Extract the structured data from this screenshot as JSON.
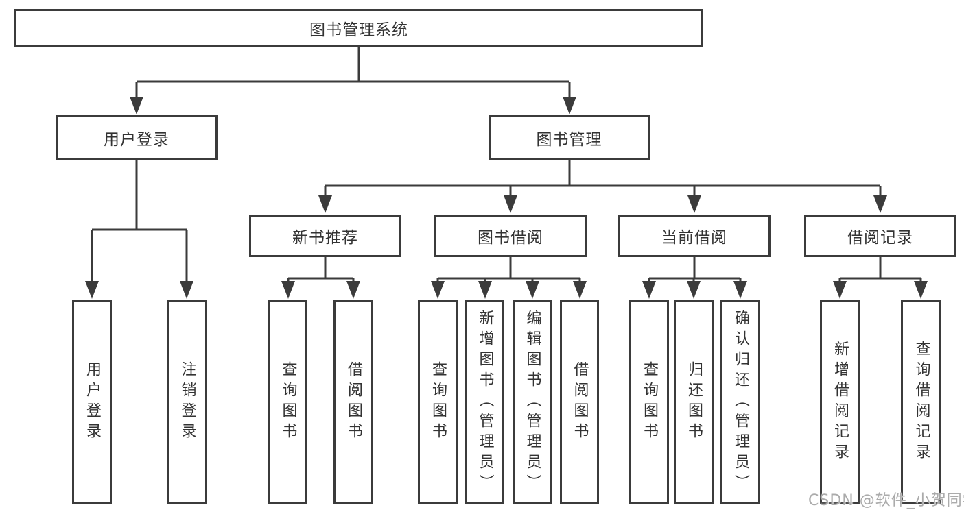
{
  "tree": {
    "root": {
      "label": "图书管理系统"
    },
    "branches": [
      {
        "label": "用户登录",
        "children": [
          {
            "label": "用户登录"
          },
          {
            "label": "注销登录"
          }
        ]
      },
      {
        "label": "图书管理",
        "sections": [
          {
            "label": "新书推荐",
            "children": [
              {
                "label": "查询图书"
              },
              {
                "label": "借阅图书"
              }
            ]
          },
          {
            "label": "图书借阅",
            "children": [
              {
                "label": "查询图书"
              },
              {
                "label": "新增图书（管理员）"
              },
              {
                "label": "编辑图书（管理员）"
              },
              {
                "label": "借阅图书"
              }
            ]
          },
          {
            "label": "当前借阅",
            "children": [
              {
                "label": "查询图书"
              },
              {
                "label": "归还图书"
              },
              {
                "label": "确认归还（管理员）"
              }
            ]
          },
          {
            "label": "借阅记录",
            "children": [
              {
                "label": "新增借阅记录"
              },
              {
                "label": "查询借阅记录"
              }
            ]
          }
        ]
      }
    ]
  },
  "watermark": {
    "text": "CSDN @软件_小贺同学"
  },
  "colors": {
    "line": "#3b3b3b",
    "text": "#333333",
    "watermark": "#ababab",
    "background": "#ffffff"
  }
}
